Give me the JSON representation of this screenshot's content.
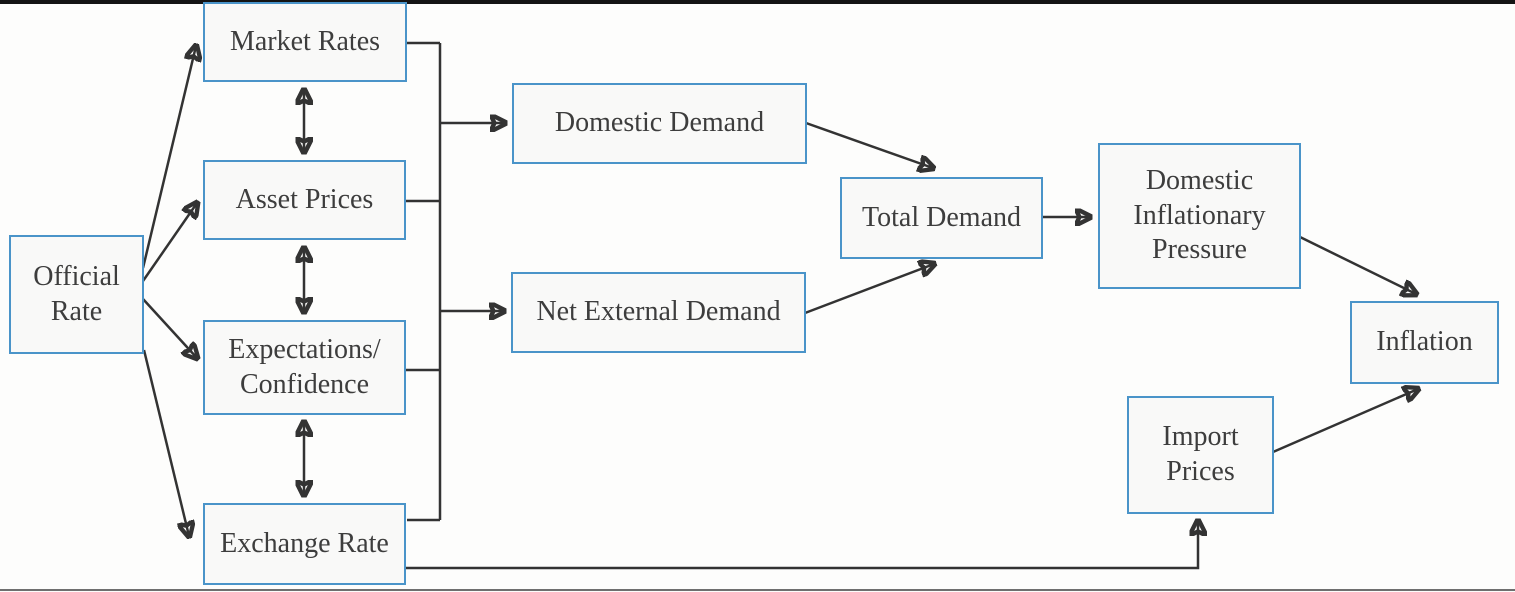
{
  "diagram": {
    "nodes": {
      "official_rate": {
        "label": "Official\nRate"
      },
      "market_rates": {
        "label": "Market Rates"
      },
      "asset_prices": {
        "label": "Asset Prices"
      },
      "expectations_confidence": {
        "label": "Expectations/\nConfidence"
      },
      "exchange_rate": {
        "label": "Exchange Rate"
      },
      "domestic_demand": {
        "label": "Domestic Demand"
      },
      "net_external_demand": {
        "label": "Net External Demand"
      },
      "total_demand": {
        "label": "Total Demand"
      },
      "domestic_inflationary_pressure": {
        "label": "Domestic\nInflationary\nPressure"
      },
      "import_prices": {
        "label": "Import\nPrices"
      },
      "inflation": {
        "label": "Inflation"
      }
    },
    "colors": {
      "box_border": "#4a94c9",
      "box_fill": "#f9f9f8",
      "text": "#3d3d3d",
      "connector": "#333333",
      "background": "#fdfdfc",
      "top_bar": "#141414",
      "bottom_edge": "#6f6f6f"
    }
  }
}
